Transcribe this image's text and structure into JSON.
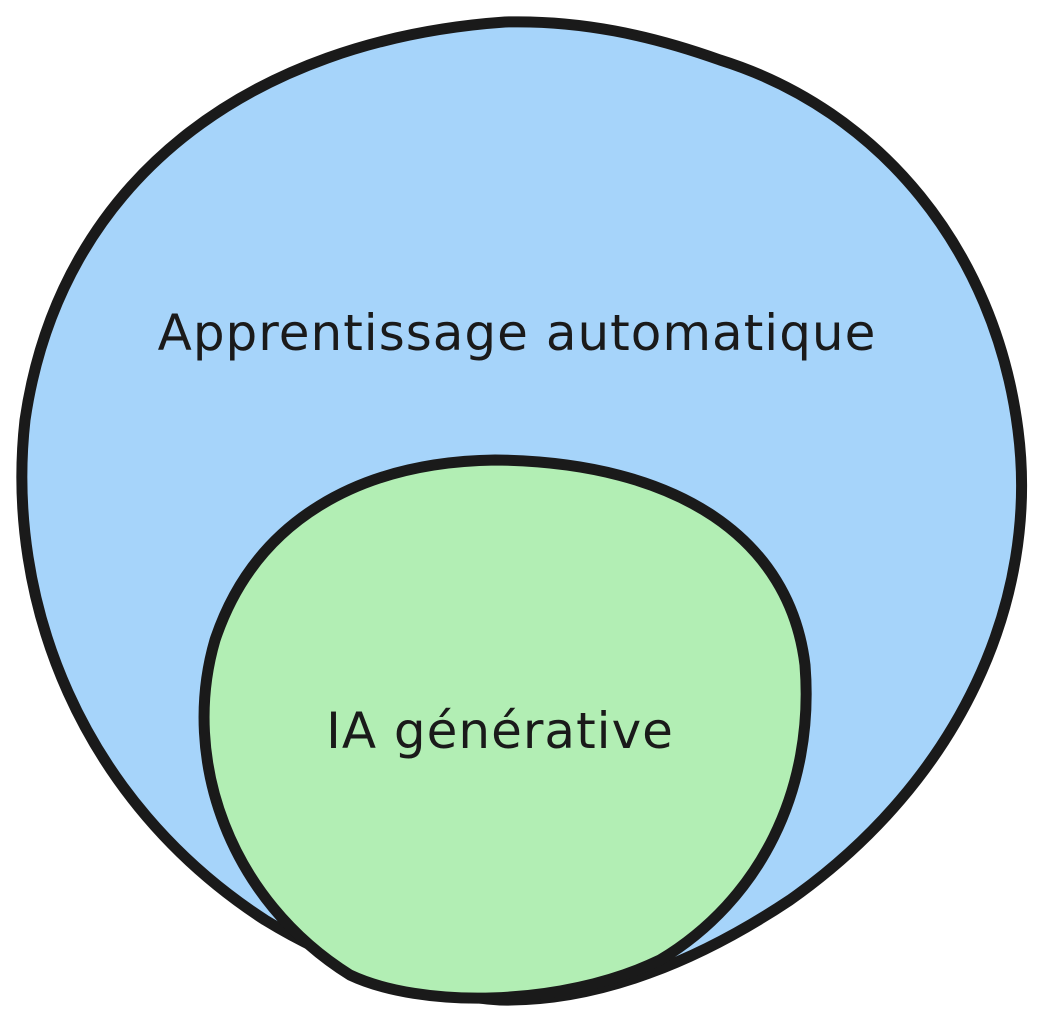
{
  "diagram": {
    "type": "nested-euler",
    "sets": [
      {
        "id": "outer",
        "label": "Apprentissage automatique",
        "fill": "#a6d4fa",
        "stroke": "#1a1a1a",
        "contains": [
          "inner"
        ]
      },
      {
        "id": "inner",
        "label": "IA générative",
        "fill": "#b2eeb4",
        "stroke": "#1a1a1a",
        "contains": []
      }
    ]
  }
}
